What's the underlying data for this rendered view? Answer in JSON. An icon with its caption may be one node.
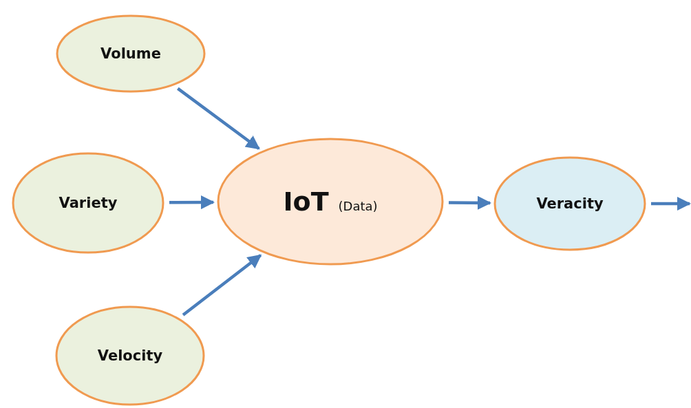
{
  "diagram": {
    "nodes": [
      {
        "text": [
          "Volume"
        ]
      },
      {
        "text": [
          "Variety"
        ]
      },
      {
        "text": [
          "Velocity"
        ]
      },
      {
        "text": [
          "IoT",
          "(Data)"
        ]
      },
      {
        "text": [
          "Veracity"
        ]
      }
    ],
    "edges": [
      {
        "from": 0,
        "to": 3,
        "arrow": "to"
      },
      {
        "from": 1,
        "to": 3,
        "arrow": "to"
      },
      {
        "from": 2,
        "to": 3,
        "arrow": "to"
      },
      {
        "from": 3,
        "to": 4,
        "arrow": "to"
      },
      {
        "from": 4,
        "to": null,
        "arrow": "to"
      }
    ]
  }
}
